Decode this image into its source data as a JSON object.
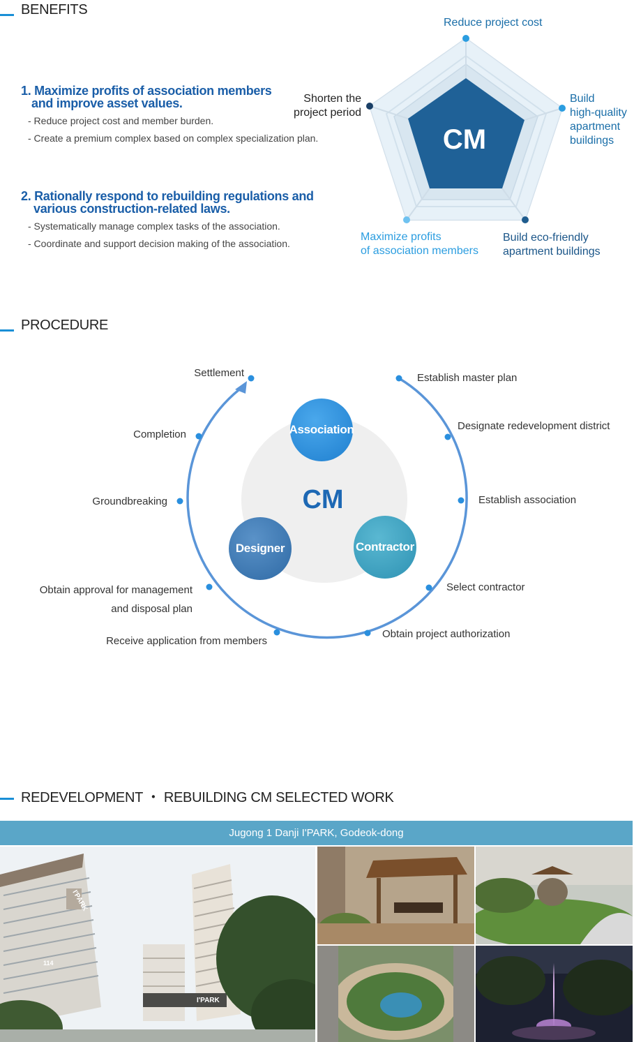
{
  "benefits": {
    "title": "BENEFITS",
    "item1": {
      "heading_line1": "1. Maximize profits of association members",
      "heading_line2": "and improve asset values.",
      "bullets": [
        "- Reduce project cost and member burden.",
        "- Create a premium complex based on complex specialization plan."
      ]
    },
    "item2": {
      "heading_line1": "2. Rationally respond to rebuilding regulations and",
      "heading_line2": "various construction-related laws.",
      "bullets": [
        "- Systematically manage complex tasks of the association.",
        "- Coordinate and support decision making of the association."
      ]
    },
    "radar": {
      "center_label": "CM",
      "top": "Reduce project cost",
      "right_line1": "Build",
      "right_line2": "high-quality",
      "right_line3": "apartment",
      "right_line4": "buildings",
      "bottom_right_line1": "Build eco-friendly",
      "bottom_right_line2": "apartment buildings",
      "bottom_left_line1": "Maximize profits",
      "bottom_left_line2": "of association members",
      "left_line1": "Shorten the",
      "left_line2": "project period",
      "colors": {
        "core": "#1f6197",
        "light": "#e6f0f7",
        "mid": "#d2e1ec"
      }
    }
  },
  "procedure": {
    "title": "PROCEDURE",
    "center_label": "CM",
    "circles": {
      "association": "Association",
      "designer": "Designer",
      "contractor": "Contractor"
    },
    "steps": {
      "s1": "Establish master plan",
      "s2": "Designate redevelopment district",
      "s3": "Establish association",
      "s4": "Select contractor",
      "s5": "Obtain project authorization",
      "s6": "Receive application from members",
      "s7_line1": "Obtain approval for management",
      "s7_line2": "and disposal plan",
      "s8": "Groundbreaking",
      "s9": "Completion",
      "s10": "Settlement"
    },
    "colors": {
      "ring": "#5a95d8",
      "association": "#2a8fde",
      "designer": "#3a78b8",
      "contractor": "#3aa0c0"
    }
  },
  "work": {
    "title": "REDEVELOPMENT ・ REBUILDING CM SELECTED WORK",
    "banner": "Jugong 1 Danji I'PARK, Godeok-dong",
    "main_sign": "I'PARK",
    "main_building_number": "114",
    "colors": {
      "banner": "#5aa6c8",
      "accent": "#1a8fd6"
    }
  }
}
